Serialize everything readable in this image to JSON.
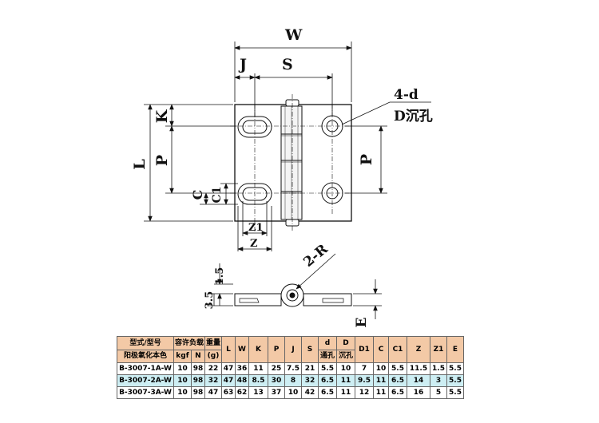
{
  "labels": {
    "W": "W",
    "J": "J",
    "S": "S",
    "K": "K",
    "L": "L",
    "P_left": "P",
    "P_right": "P",
    "C": "C",
    "C1": "C1",
    "Z1": "Z1",
    "Z": "Z",
    "hole_d": "4-d",
    "hole_D": "D沉孔",
    "R": "2-R",
    "h35": "3.5",
    "h15": "1.5",
    "E": "E"
  },
  "table": {
    "header_top": [
      "型式/型号",
      "容许负载",
      "重量",
      "L",
      "W",
      "K",
      "P",
      "J",
      "S",
      "d",
      "D",
      "D1",
      "C",
      "C1",
      "Z",
      "Z1",
      "E"
    ],
    "header_bottom": [
      "阳极氧化本色",
      "kgf",
      "N",
      "(g)",
      "通孔",
      "沉孔"
    ],
    "rows": [
      [
        "B-3007-1A-W",
        "10",
        "98",
        "22",
        "47",
        "36",
        "11",
        "25",
        "7.5",
        "21",
        "5.5",
        "10",
        "7",
        "10",
        "5.5",
        "11.5",
        "1.5",
        "5.5"
      ],
      [
        "B-3007-2A-W",
        "10",
        "98",
        "32",
        "47",
        "48",
        "8.5",
        "30",
        "8",
        "32",
        "6.5",
        "11",
        "9.5",
        "11",
        "6.5",
        "14",
        "3",
        "5.5"
      ],
      [
        "B-3007-3A-W",
        "10",
        "98",
        "47",
        "63",
        "62",
        "13",
        "37",
        "10",
        "42",
        "6.5",
        "11",
        "12",
        "11",
        "6.5",
        "16",
        "5",
        "5.5"
      ]
    ]
  }
}
